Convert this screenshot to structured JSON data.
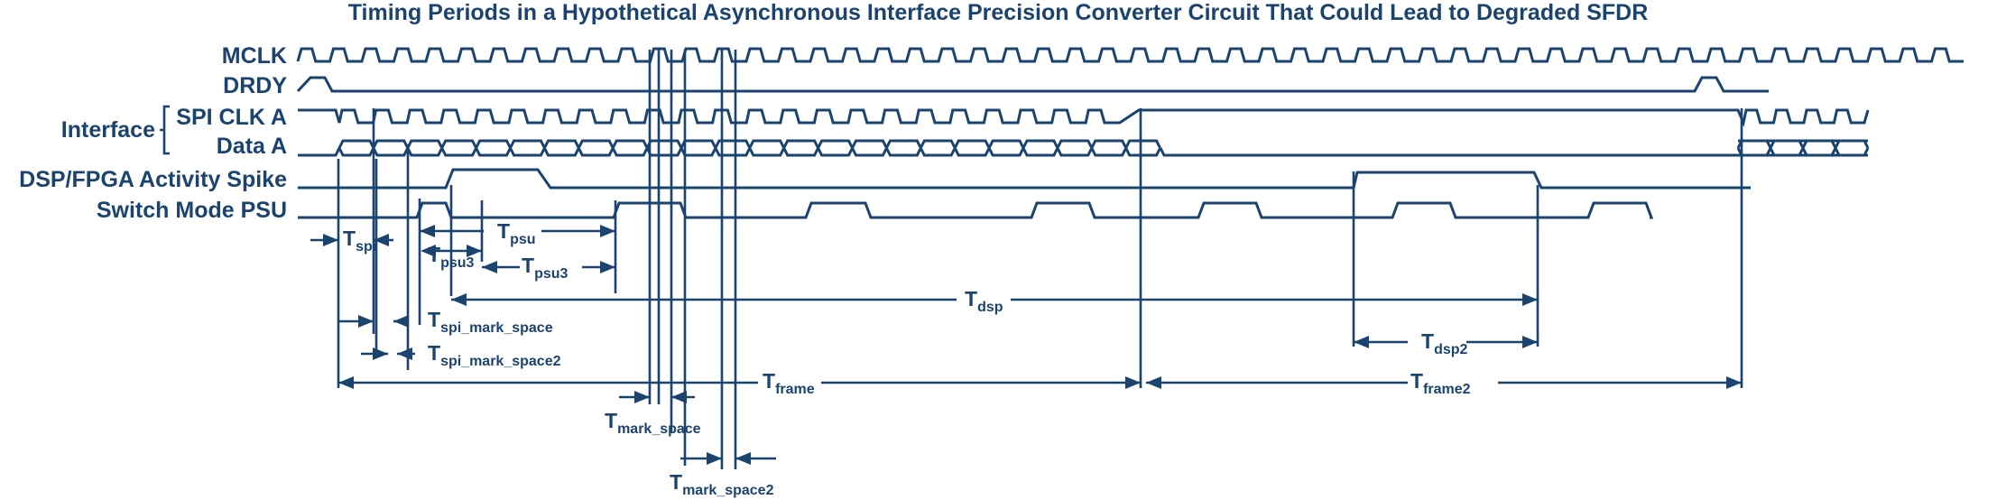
{
  "title": "Timing Periods in a Hypothetical Asynchronous Interface Precision Converter Circuit That Could Lead to Degraded SFDR",
  "signals": {
    "mclk": "MCLK",
    "drdy": "DRDY",
    "interface_group": "Interface",
    "spi_clk_a": "SPI CLK A",
    "data_a": "Data A",
    "dsp_spike": "DSP/FPGA Activity Spike",
    "switch_psu": "Switch Mode PSU"
  },
  "timing_labels": {
    "t_spi": {
      "main": "T",
      "sub": "spi"
    },
    "t_psu": {
      "main": "T",
      "sub": "psu"
    },
    "t_psu3": {
      "main": "T",
      "sub": "psu3"
    },
    "t_psu3_b": {
      "main": "T",
      "sub": "psu3"
    },
    "t_dsp": {
      "main": "T",
      "sub": "dsp"
    },
    "t_spi_mark_space": {
      "main": "T",
      "sub": "spi_mark_space"
    },
    "t_spi_mark_space2": {
      "main": "T",
      "sub": "spi_mark_space2"
    },
    "t_dsp2": {
      "main": "T",
      "sub": "dsp2"
    },
    "t_frame": {
      "main": "T",
      "sub": "frame"
    },
    "t_frame2": {
      "main": "T",
      "sub": "frame2"
    },
    "t_mark_space": {
      "main": "T",
      "sub": "mark_space"
    },
    "t_mark_space2": {
      "main": "T",
      "sub": "mark_space2"
    }
  },
  "colors": {
    "ink": "#1b4370",
    "background": "#ffffff"
  }
}
